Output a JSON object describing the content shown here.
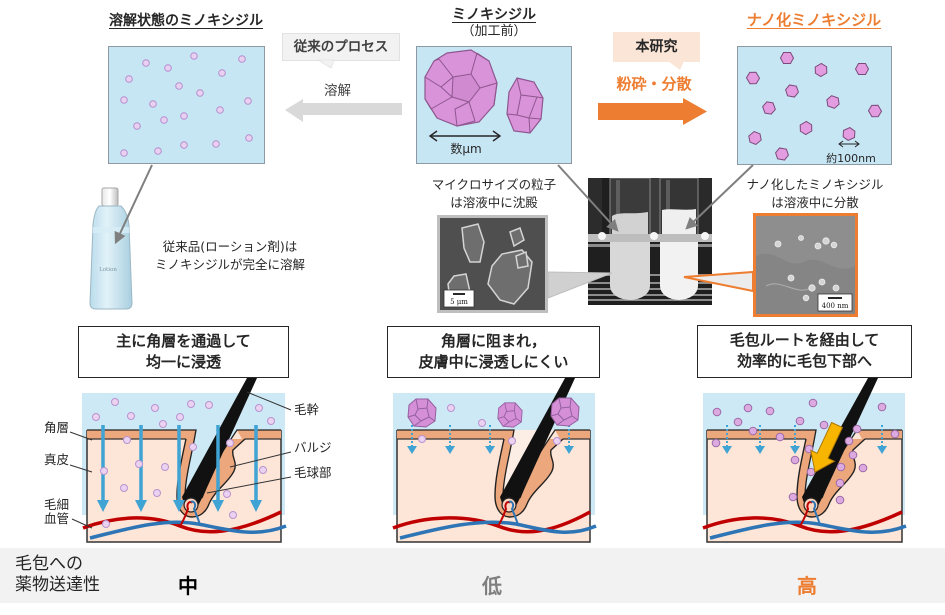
{
  "colors": {
    "accent": "#ed7d31",
    "muted": "#7f7f7f",
    "text": "#262626"
  },
  "top": {
    "dissolved": {
      "title": "溶解状態のミノキシジル"
    },
    "conventional_process": {
      "label": "従来のプロセス",
      "action": "溶解"
    },
    "raw": {
      "title": "ミノキシジル",
      "subtitle": "（加工前）",
      "size_label": "数μm"
    },
    "this_research": {
      "label": "本研究",
      "action": "粉砕・分散"
    },
    "nano": {
      "title": "ナノ化ミノキシジル",
      "size_label": "約100nm"
    }
  },
  "lotion": {
    "bottle_label": "Lotion",
    "caption": [
      "従来品(ローション剤)は",
      "ミノキシジルが完全に溶解"
    ]
  },
  "micro": {
    "caption": [
      "マイクロサイズの粒子",
      "は溶液中に沈殿"
    ],
    "scale_bar": "5 μm"
  },
  "nanoparticles": {
    "caption": [
      "ナノ化したミノキシジル",
      "は溶液中に分散"
    ],
    "scale_bar": "400 nm"
  },
  "skin_panels": [
    {
      "callout": [
        "主に角層を通過して",
        "均一に浸透"
      ]
    },
    {
      "callout": [
        "角層に阻まれ，",
        "皮膚中に浸透しにくい"
      ]
    },
    {
      "callout": [
        "毛包ルートを経由して",
        "効率的に毛包下部へ"
      ]
    }
  ],
  "anatomy_labels": {
    "stratum_corneum": "角層",
    "dermis": "真皮",
    "capillary": [
      "毛細",
      "血管"
    ],
    "hair_shaft": "毛幹",
    "bulge": "バルジ",
    "hair_bulb": "毛球部"
  },
  "delivery": {
    "label": [
      "毛包への",
      "薬物送達性"
    ],
    "values": [
      {
        "text": "中",
        "color": "#000000"
      },
      {
        "text": "低",
        "color": "#7f7f7f"
      },
      {
        "text": "高",
        "color": "#ed7d31"
      }
    ]
  }
}
